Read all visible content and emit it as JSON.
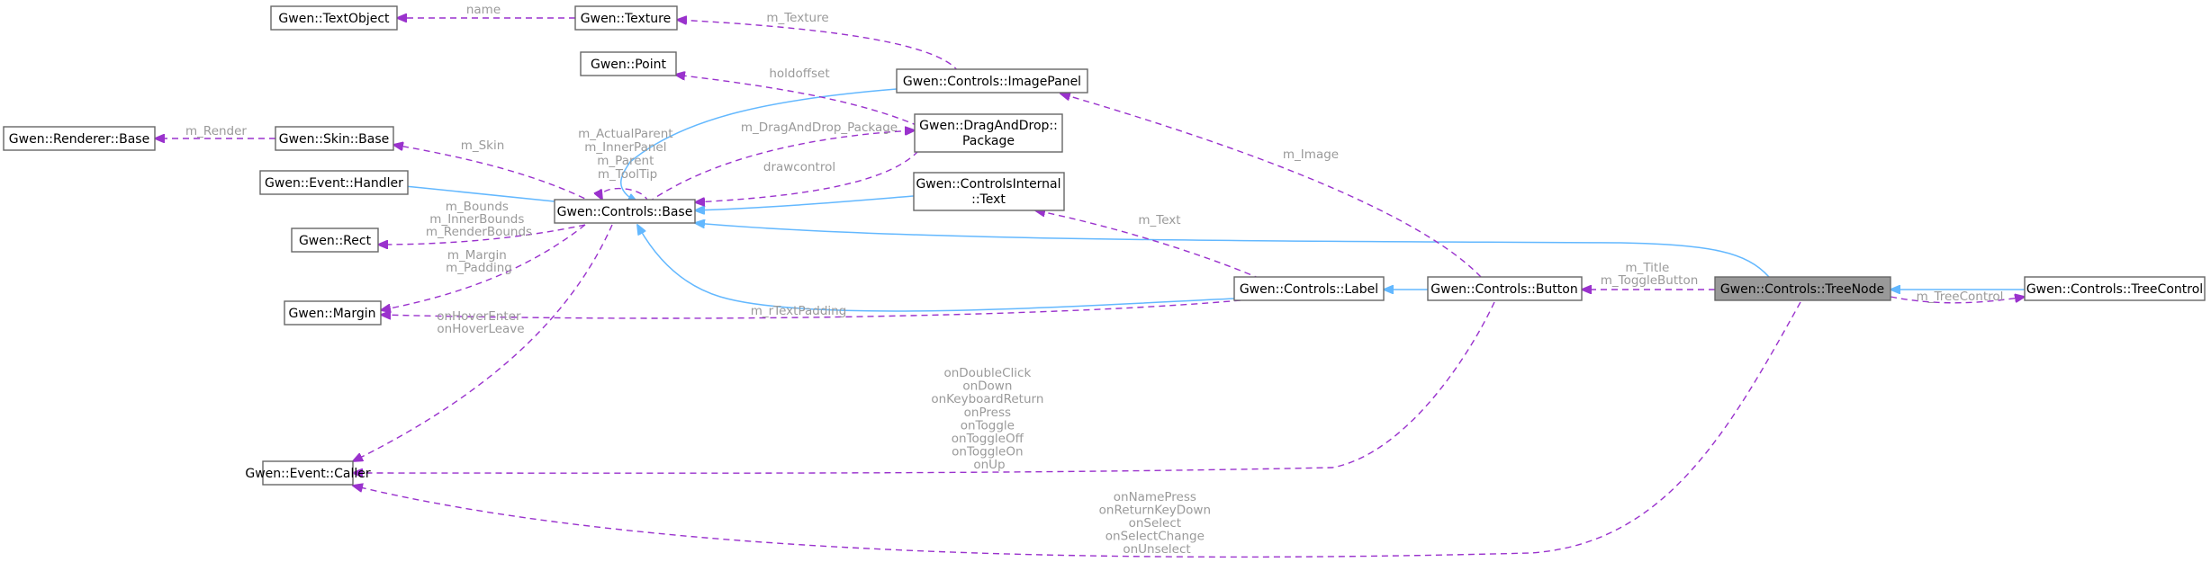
{
  "nodes": {
    "text_object": "Gwen::TextObject",
    "texture": "Gwen::Texture",
    "point": "Gwen::Point",
    "image_panel": "Gwen::Controls::ImagePanel",
    "renderer_base": "Gwen::Renderer::Base",
    "skin_base": "Gwen::Skin::Base",
    "dnd_package_line1": "Gwen::DragAndDrop::",
    "dnd_package_line2": "Package",
    "event_handler": "Gwen::Event::Handler",
    "controls_base": "Gwen::Controls::Base",
    "controls_internal_text_line1": "Gwen::ControlsInternal",
    "controls_internal_text_line2": "::Text",
    "rect": "Gwen::Rect",
    "margin": "Gwen::Margin",
    "label": "Gwen::Controls::Label",
    "button": "Gwen::Controls::Button",
    "tree_node": "Gwen::Controls::TreeNode",
    "tree_control": "Gwen::Controls::TreeControl",
    "event_caller": "Gwen::Event::Caller"
  },
  "edge_labels": {
    "name": [
      "name"
    ],
    "m_texture": [
      "m_Texture"
    ],
    "holdoffset": [
      "holdoffset"
    ],
    "m_render": [
      "m_Render"
    ],
    "m_skin": [
      "m_Skin"
    ],
    "self_refs": [
      "m_ActualParent",
      "m_InnerPanel",
      "m_Parent",
      "m_ToolTip"
    ],
    "m_dragdrop": [
      "m_DragAndDrop_Package"
    ],
    "drawcontrol": [
      "drawcontrol"
    ],
    "m_image": [
      "m_Image"
    ],
    "m_text": [
      "m_Text"
    ],
    "bounds": [
      "m_Bounds",
      "m_InnerBounds",
      "m_RenderBounds"
    ],
    "margin_padding": [
      "m_Margin",
      "m_Padding"
    ],
    "hover": [
      "onHoverEnter",
      "onHoverLeave"
    ],
    "text_padding": [
      "m_rTextPadding"
    ],
    "title_toggle": [
      "m_Title",
      "m_ToggleButton"
    ],
    "tree_control": [
      "m_TreeControl"
    ],
    "button_events": [
      "onDoubleClick",
      "onDown",
      "onKeyboardReturn",
      "onPress",
      "onToggle",
      "onToggleOff",
      "onToggleOn",
      "onUp"
    ],
    "treenode_events": [
      "onNamePress",
      "onReturnKeyDown",
      "onSelect",
      "onSelectChange",
      "onUnselect"
    ]
  },
  "colors": {
    "inheritance_edge": "#63b8ff",
    "usage_edge": "#9a32cd",
    "highlight_fill": "#999999",
    "edge_label": "#9a9a9a"
  }
}
